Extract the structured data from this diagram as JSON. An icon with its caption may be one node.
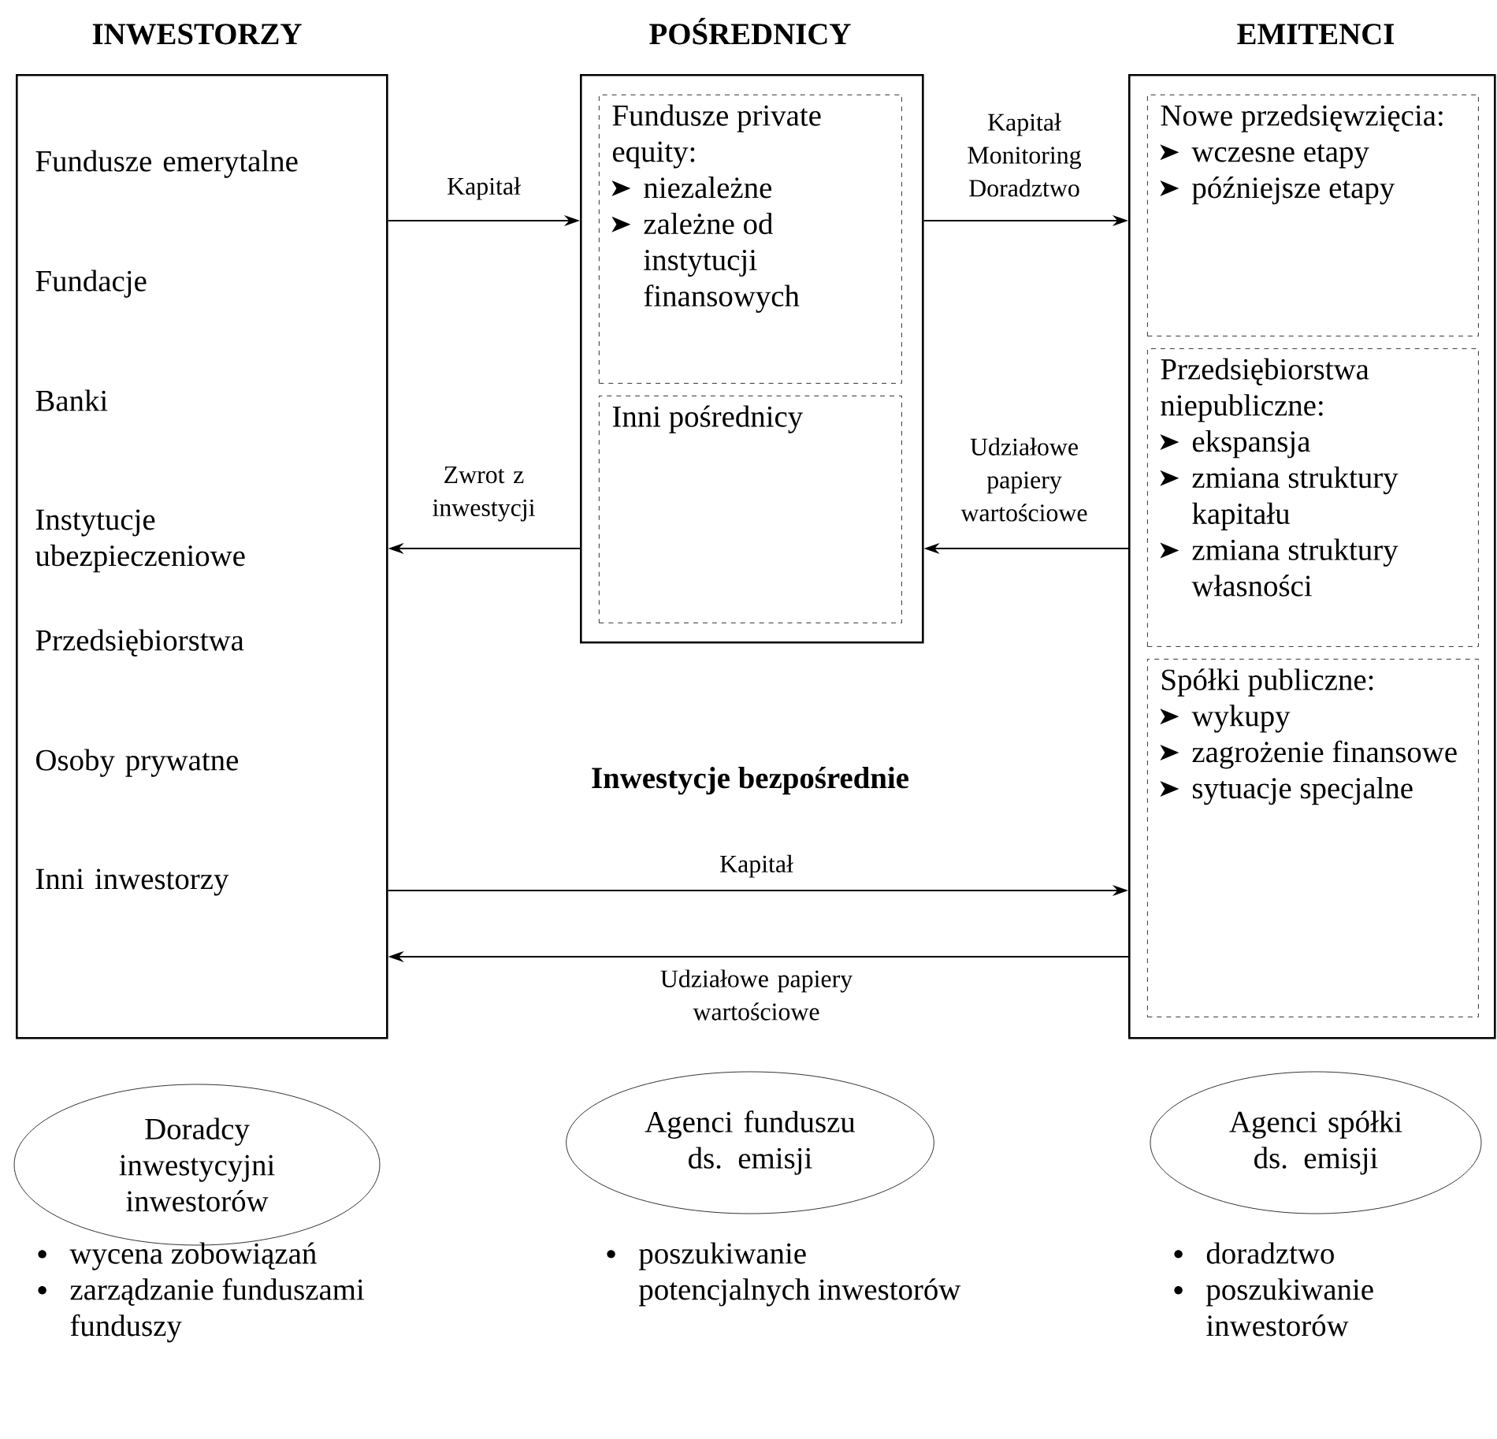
{
  "diagram": {
    "nodes": [
      {
        "text": [
          "INWESTORZY",
          "Fundusze emerytalne",
          "Fundacje",
          "Banki",
          "Instytucje ubezpieczeniowe",
          "Przedsiębiorstwa",
          "Osoby prywatne",
          "Inni inwestorzy"
        ]
      },
      {
        "text": [
          "POŚREDNICY"
        ]
      },
      {
        "text": [
          "Fundusze private equity:",
          "niezależne",
          "zależne od instytucji finansowych"
        ],
        "in": 1
      },
      {
        "text": [
          "Inni pośrednicy"
        ],
        "in": 1
      },
      {
        "text": [
          "EMITENCI"
        ]
      },
      {
        "text": [
          "Nowe przedsięwzięcia:",
          "wczesne etapy",
          "późniejsze etapy"
        ],
        "in": 4
      },
      {
        "text": [
          "Przedsiębiorstwa niepubliczne:",
          "ekspansja",
          "zmiana struktury kapitału",
          "zmiana struktury własności"
        ],
        "in": 4
      },
      {
        "text": [
          "Spółki publiczne:",
          "wykupy",
          "zagrożenie finansowe",
          "sytuacje specjalne"
        ],
        "in": 4
      },
      {
        "text": [
          "Doradcy inwestycyjni inwestorów"
        ],
        "beside": [
          "wycena zobowiązań",
          "zarządzanie funduszami funduszy"
        ]
      },
      {
        "text": [
          "Agenci funduszu ds. emisji"
        ],
        "beside": [
          "poszukiwanie potencjalnych inwestorów"
        ]
      },
      {
        "text": [
          "Agenci spółki ds. emisji"
        ],
        "beside": [
          "doradztwo",
          "poszukiwanie inwestorów"
        ]
      }
    ],
    "edges": [
      {
        "from": 0,
        "to": 1,
        "arrow": "to",
        "label": "Kapitał"
      },
      {
        "from": 1,
        "to": 4,
        "arrow": "to",
        "label": "Kapitał Monitoring Doradztwo"
      },
      {
        "from": 4,
        "to": 1,
        "arrow": "to",
        "label": "Udziałowe papiery wartościowe"
      },
      {
        "from": 1,
        "to": 0,
        "arrow": "to",
        "label": "Zwrot z inwestycji"
      },
      {
        "from": 0,
        "to": 4,
        "arrow": "to",
        "label": "Kapitał"
      },
      {
        "from": 4,
        "to": 0,
        "arrow": "to",
        "label": "Udziałowe papiery wartościowe"
      }
    ],
    "labels": [
      "Inwestycje bezpośrednie"
    ]
  }
}
